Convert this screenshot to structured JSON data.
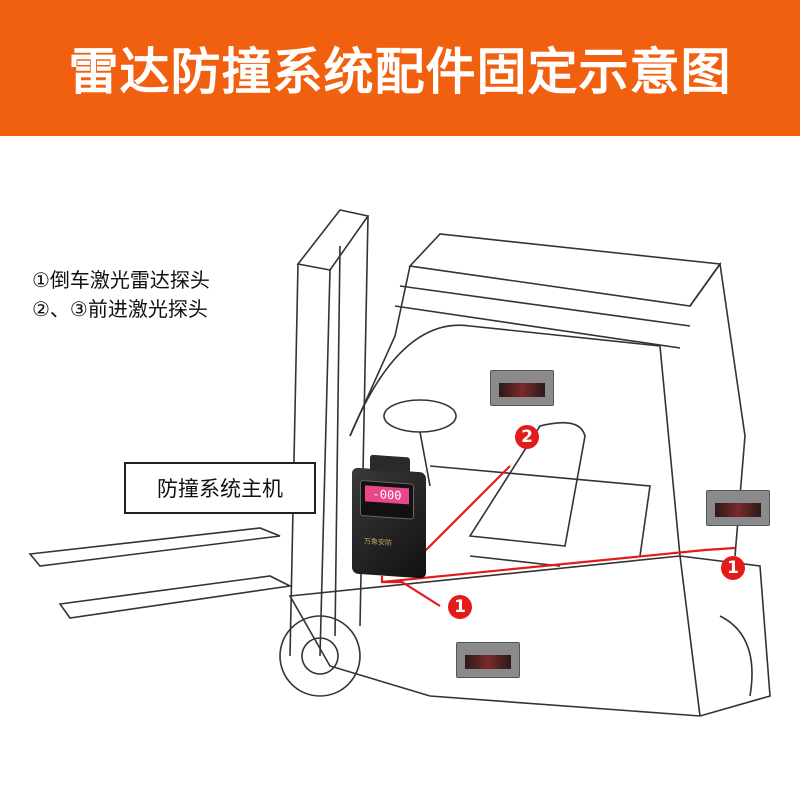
{
  "header": {
    "title": "雷达防撞系统配件固定示意图"
  },
  "legend": {
    "line1": "①倒车激光雷达探头",
    "line2": "②、③前进激光探头"
  },
  "host": {
    "label": "防撞系统主机",
    "display": "-000",
    "brand": "万象安防"
  },
  "markers": [
    {
      "label": "2"
    },
    {
      "label": "1"
    },
    {
      "label": "1"
    }
  ],
  "colors": {
    "header": "#F0600F",
    "marker": "#E31B1B",
    "wire": "#E31B1B"
  }
}
